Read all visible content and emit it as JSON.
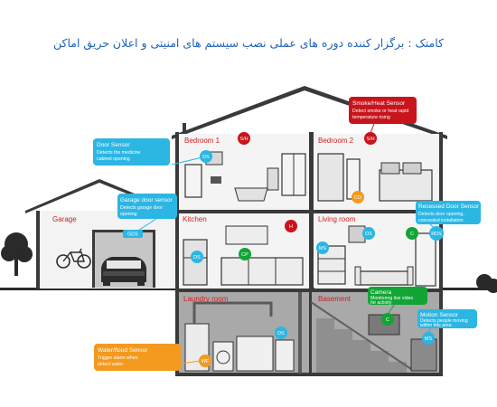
{
  "banner": "کامتک : برگزار کننده دوره های عملی نصب سیستم های امنیتی و اعلان حریق اماکن",
  "rooms": {
    "bedroom1": "Bedroom 1",
    "bedroom2": "Bedroom 2",
    "kitchen": "Kitchen",
    "living": "Living room",
    "laundry": "Laundry room",
    "basement": "Basement",
    "garage": "Garage"
  },
  "callouts": {
    "smoke": {
      "title": "Smoke/Heat Sensor",
      "desc": [
        "Detect smoke or heat rapid",
        "temperature rising"
      ]
    },
    "door": {
      "title": "Door Sensor",
      "desc": [
        "Detects the medicine",
        "cabinet opening"
      ]
    },
    "garage_door": {
      "title": "Garage door sensor",
      "desc": [
        "Detects garage door",
        "opening"
      ]
    },
    "recessed": {
      "title": "Recessed Door Sensor",
      "desc": [
        "Detects door opening,",
        "concealed installation"
      ]
    },
    "camera": {
      "title": "Camera",
      "desc": [
        "Monitoring live video",
        "for activity"
      ]
    },
    "motion": {
      "title": "Motion Sensor",
      "desc": [
        "Detects people moving",
        "within this area"
      ]
    },
    "water": {
      "title": "Water/flood Sensor",
      "desc": [
        "Trigger alarm when",
        "detect water"
      ]
    }
  },
  "badges": {
    "sh1": "S/H",
    "sh2": "S/H",
    "ds_bed": "DS",
    "co": "CO",
    "gds": "GDS",
    "ds_kit": "DS",
    "cp": "CP",
    "h": "H",
    "ms_liv": "MS",
    "ds_liv": "DS",
    "c_liv": "C",
    "rds": "RDS",
    "ds_laundry": "DS",
    "wf": "WF",
    "c_base": "C",
    "ms_base": "MS"
  },
  "colors": {
    "red": "#c8141c",
    "cyan": "#2bb6e3",
    "green": "#12a535",
    "orange": "#f39a1e",
    "wall": "#3a3a3a",
    "basement": "#a9a9a9"
  }
}
